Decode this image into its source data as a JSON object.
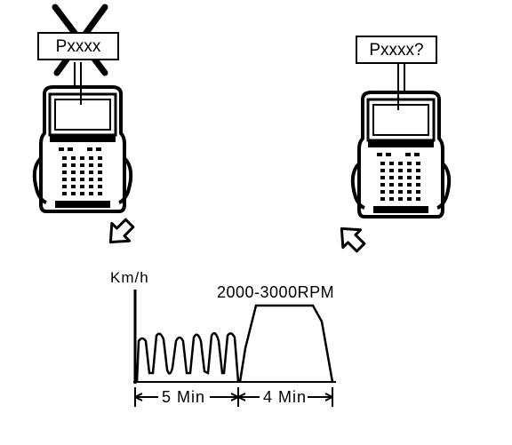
{
  "left_tool": {
    "code_label": "Pxxxx",
    "crossed_out": true
  },
  "right_tool": {
    "code_label": "Pxxxx?"
  },
  "chart": {
    "ylabel": "Km/h",
    "rpm_label": "2000-3000RPM",
    "phase1_duration": "5 Min",
    "phase2_duration": "4 Min"
  },
  "arrows": {
    "left": "arrow-down-left-icon",
    "right": "arrow-up-left-icon"
  }
}
